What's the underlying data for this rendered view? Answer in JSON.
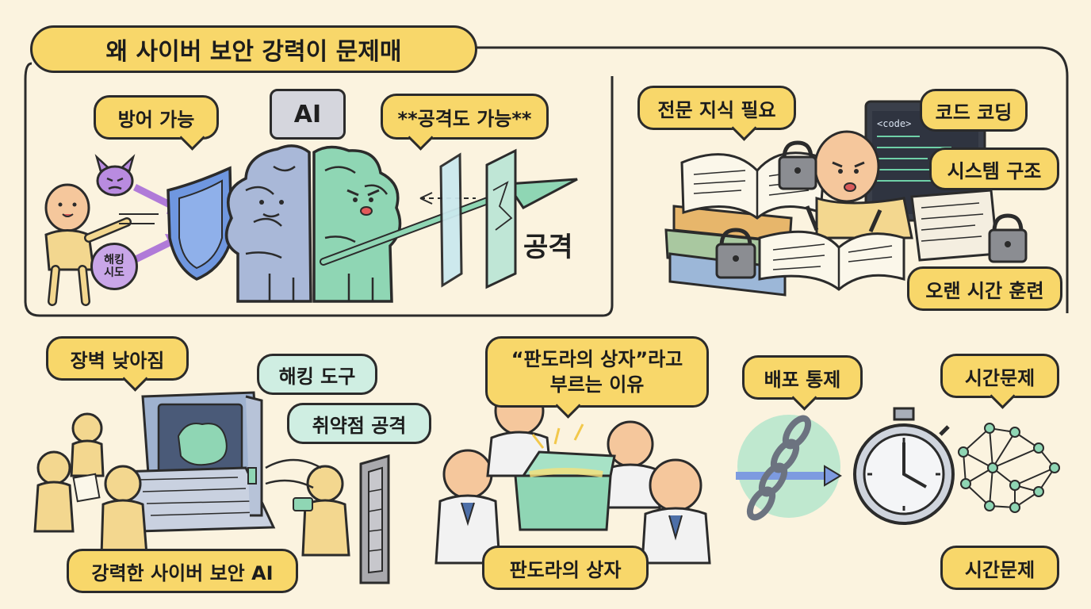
{
  "title": "왜 사이버 보안 강력이 문제매",
  "top_left": {
    "ai_badge": "AI",
    "defense_label": "방어 가능",
    "attack_possible_label": "**공격도 가능**",
    "hacking_attempt_line1": "해킹",
    "hacking_attempt_line2": "시도",
    "attack_label": "공격"
  },
  "top_right": {
    "expertise_label": "전문 지식 필요",
    "coding_label": "코드 코딩",
    "code_tag": "<code>",
    "system_label": "시스템 구조",
    "training_label": "오랜 시간 훈련"
  },
  "bottom_left": {
    "lower_barrier_label": "장벽 낮아짐",
    "hacking_tool_label": "해킹 도구",
    "vuln_attack_label": "취약점 공격",
    "powerful_ai_label": "강력한 사이버 보안 AI"
  },
  "bottom_middle": {
    "pandora_reason_line1": "“판도라의 상자”라고",
    "pandora_reason_line2": "부르는 이유",
    "pandora_box_label": "판도라의 상자"
  },
  "bottom_right": {
    "distribution_label": "배포 통제",
    "time_issue_top": "시간문제",
    "time_issue_bottom": "시간문제"
  },
  "colors": {
    "background": "#fbf3df",
    "bubble_yellow": "#f8d76a",
    "bubble_teal": "#cfeee2",
    "outline": "#2b2b2b",
    "shield_blue": "#6f97e0",
    "brain_grey": "#a9b8d8",
    "brain_green": "#8fd6b4",
    "lock_grey": "#8b8d92",
    "chain_grey": "#6c7380"
  },
  "icons": [
    "shield-icon",
    "brain-icon",
    "spear-icon",
    "lock-icon",
    "book-icon",
    "laptop-icon",
    "door-icon",
    "treasure-box-icon",
    "chain-icon",
    "stopwatch-icon",
    "network-icon",
    "devil-icon"
  ]
}
